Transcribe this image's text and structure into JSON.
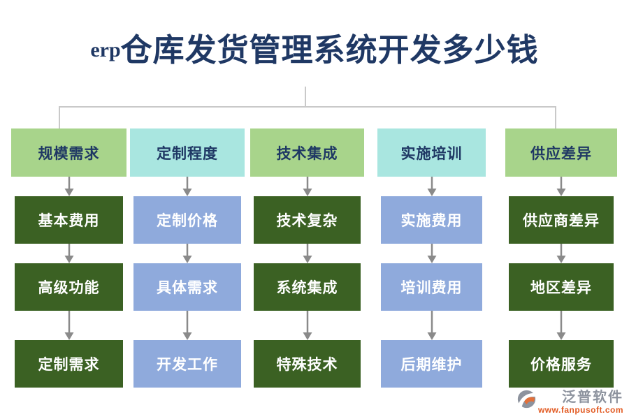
{
  "title": {
    "prefix": "erp",
    "main": "仓库发货管理系统开发多少钱"
  },
  "colors": {
    "navy": "#1f3864",
    "light-green": "#a8d48b",
    "light-cyan": "#a9e6e0",
    "dark-green": "#3b6123",
    "mid-blue": "#8faadc",
    "arrow-gray": "#8a8a8a",
    "connector-gray": "#c9c9c9",
    "wm-gray": "#8d939e",
    "wm-orange": "#e25a22"
  },
  "columns": [
    {
      "header": "规模需求",
      "items": [
        "基本费用",
        "高级功能",
        "定制需求"
      ]
    },
    {
      "header": "定制程度",
      "items": [
        "定制价格",
        "具体需求",
        "开发工作"
      ]
    },
    {
      "header": "技术集成",
      "items": [
        "技术复杂",
        "系统集成",
        "特殊技术"
      ]
    },
    {
      "header": "实施培训",
      "items": [
        "实施费用",
        "培训费用",
        "后期维护"
      ]
    },
    {
      "header": "供应差异",
      "items": [
        "供应商差异",
        "地区差异",
        "价格服务"
      ]
    }
  ],
  "watermark": {
    "name": "泛普软件",
    "url": "www.fanpusoft.com"
  }
}
